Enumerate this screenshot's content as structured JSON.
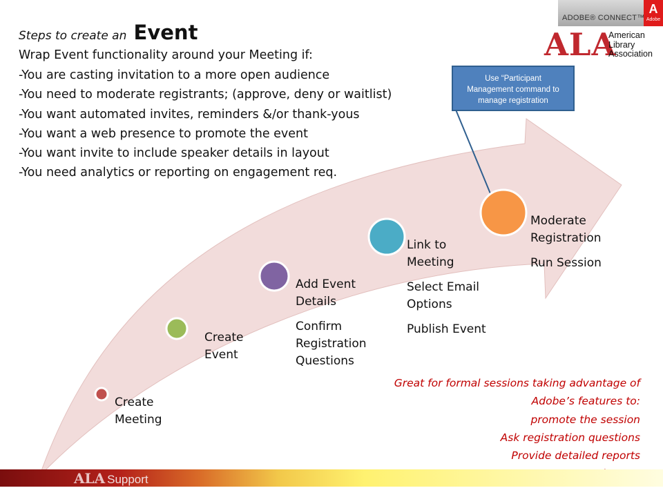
{
  "header": {
    "title_prefix": "Steps to create an",
    "title_emphasis": "Event"
  },
  "intro": "Wrap Event functionality around your Meeting if:",
  "bullets": [
    "-You are casting invitation to a more open audience",
    "-You need to moderate registrants; (approve, deny or waitlist)",
    "-You want automated invites, reminders &/or thank-yous",
    "-You want a web presence to promote the event",
    "-You want invite to include speaker details in layout",
    "-You need analytics or reporting on engagement req."
  ],
  "steps": [
    {
      "title_lines": [
        "Create",
        "Meeting"
      ],
      "sub_items": [],
      "color": "#c0504d"
    },
    {
      "title_lines": [
        "Create",
        "Event"
      ],
      "sub_items": [],
      "color": "#9bbb59"
    },
    {
      "title_lines": [
        "Add Event",
        "Details"
      ],
      "sub_items": [
        [
          "Confirm",
          "Registration",
          "Questions"
        ]
      ],
      "color": "#8064a2"
    },
    {
      "title_lines": [
        "Link to",
        "Meeting"
      ],
      "sub_items": [
        [
          "Select Email",
          "Options"
        ],
        [
          "Publish Event"
        ]
      ],
      "color": "#4bacc6"
    },
    {
      "title_lines": [
        "Moderate",
        "Registration"
      ],
      "sub_items": [
        [
          "Run Session"
        ]
      ],
      "color": "#f79646"
    }
  ],
  "callout": {
    "lines": [
      "Use “Participant",
      "Management command to",
      "manage registration"
    ]
  },
  "note": {
    "lines": [
      "Great for formal sessions taking advantage of",
      "Adobe’s features to:",
      "promote the session",
      "Ask registration questions",
      "Provide detailed reports",
      "and more."
    ]
  },
  "branding": {
    "adobe_connect": "ADOBE® CONNECT™",
    "adobe_mark": "A",
    "adobe_mark_word": "Adobe",
    "ala_logo_text": "ALA",
    "ala_org_lines": [
      "American",
      "Library",
      "Association"
    ],
    "footer_logo": "ALA",
    "footer_logo_suffix": "Support"
  },
  "colors": {
    "arrow_fill": "#f2dcdb",
    "callout_fill": "#4f81bd",
    "note_text": "#c00000",
    "ala_red": "#c0282e"
  }
}
